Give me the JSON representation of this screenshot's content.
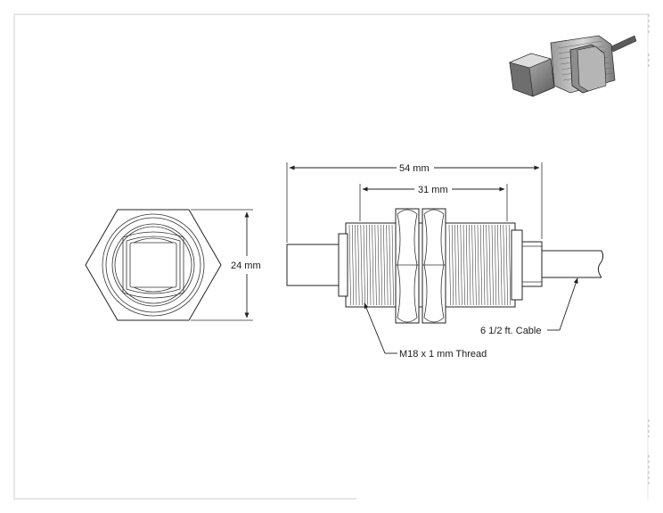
{
  "drawing": {
    "dimensions": {
      "overall_length": "54 mm",
      "thread_length": "31 mm",
      "across_flats": "24 mm"
    },
    "callouts": {
      "thread": "M18 x 1 mm Thread",
      "cable": "6 1/2 ft. Cable"
    },
    "thumbnail_icon": "sensor-3d-thumbnail",
    "colors": {
      "line": "#222222",
      "frame": "#d8d8d8",
      "thumbnail_body": "#8a8a8a"
    }
  }
}
